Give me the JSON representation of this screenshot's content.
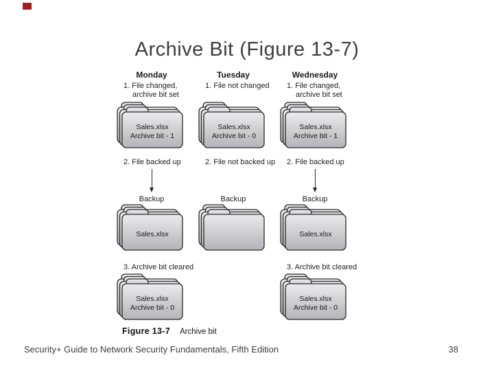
{
  "slide": {
    "title": "Archive Bit (Figure 13-7)",
    "footer_text": "Security+ Guide to Network Security Fundamentals, Fifth Edition",
    "page_number": "38",
    "marker_color": "#a21c1c"
  },
  "figure": {
    "caption_label": "Figure 13-7",
    "caption_text": "Archive bit",
    "folder_style": {
      "fill_top": "#ebebed",
      "fill_bottom": "#b4b4b9",
      "stroke": "#2a2a2a"
    },
    "columns": [
      {
        "day": "Monday",
        "step1_line1": "1. File changed,",
        "step1_line2": "archive bit set",
        "folder1_line1": "Sales.xlsx",
        "folder1_line2": "Archive bit - 1",
        "step2": "2. File backed up",
        "backup_label": "Backup",
        "folder2_line1": "Sales.xlsx",
        "step3": "3. Archive bit cleared",
        "folder3_line1": "Sales.xlsx",
        "folder3_line2": "Archive bit - 0"
      },
      {
        "day": "Tuesday",
        "step1_line1": "1. File not changed",
        "folder1_line1": "Sales.xlsx",
        "folder1_line2": "Archive bit - 0",
        "step2": "2. File not backed up",
        "backup_label": "Backup"
      },
      {
        "day": "Wednesday",
        "step1_line1": "1. File changed,",
        "step1_line2": "archive bit set",
        "folder1_line1": "Sales.xlsx",
        "folder1_line2": "Archive bit - 1",
        "step2": "2. File backed up",
        "backup_label": "Backup",
        "folder2_line1": "Sales.xlsx",
        "step3": "3. Archive bit cleared",
        "folder3_line1": "Sales.xlsx",
        "folder3_line2": "Archive bit - 0"
      }
    ]
  }
}
